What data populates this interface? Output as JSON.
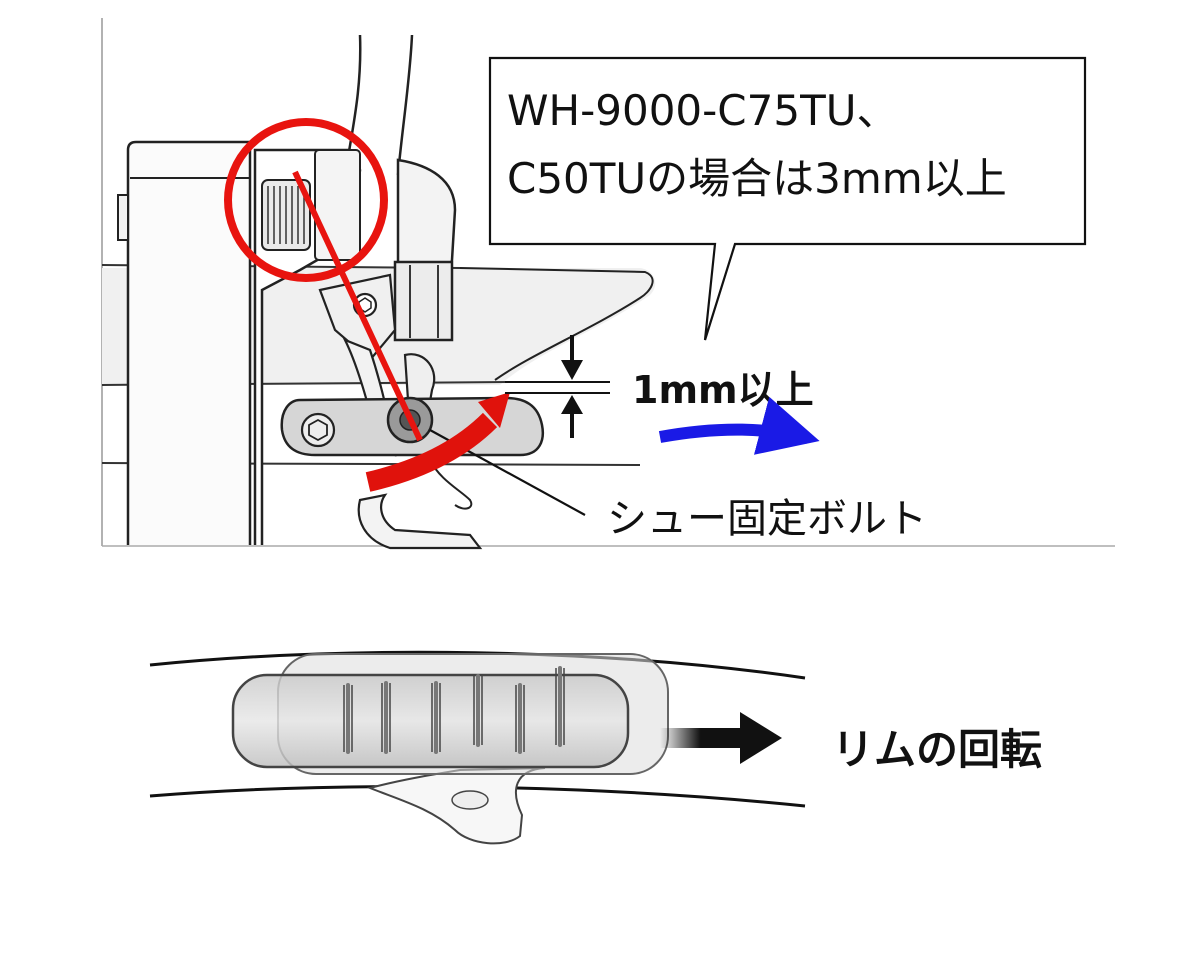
{
  "callout": {
    "line1": "WH-9000-C75TU、",
    "line2": "C50TUの場合は3mm以上"
  },
  "clearance_label": "1mm以上",
  "bolt_label": "シュー固定ボルト",
  "rotation_label": "リムの回転",
  "colors": {
    "prohibit_red": "#e8140f",
    "rotation_blue": "#1a1ae6",
    "adjust_arrow_red": "#e0120c",
    "ink": "#111111"
  }
}
